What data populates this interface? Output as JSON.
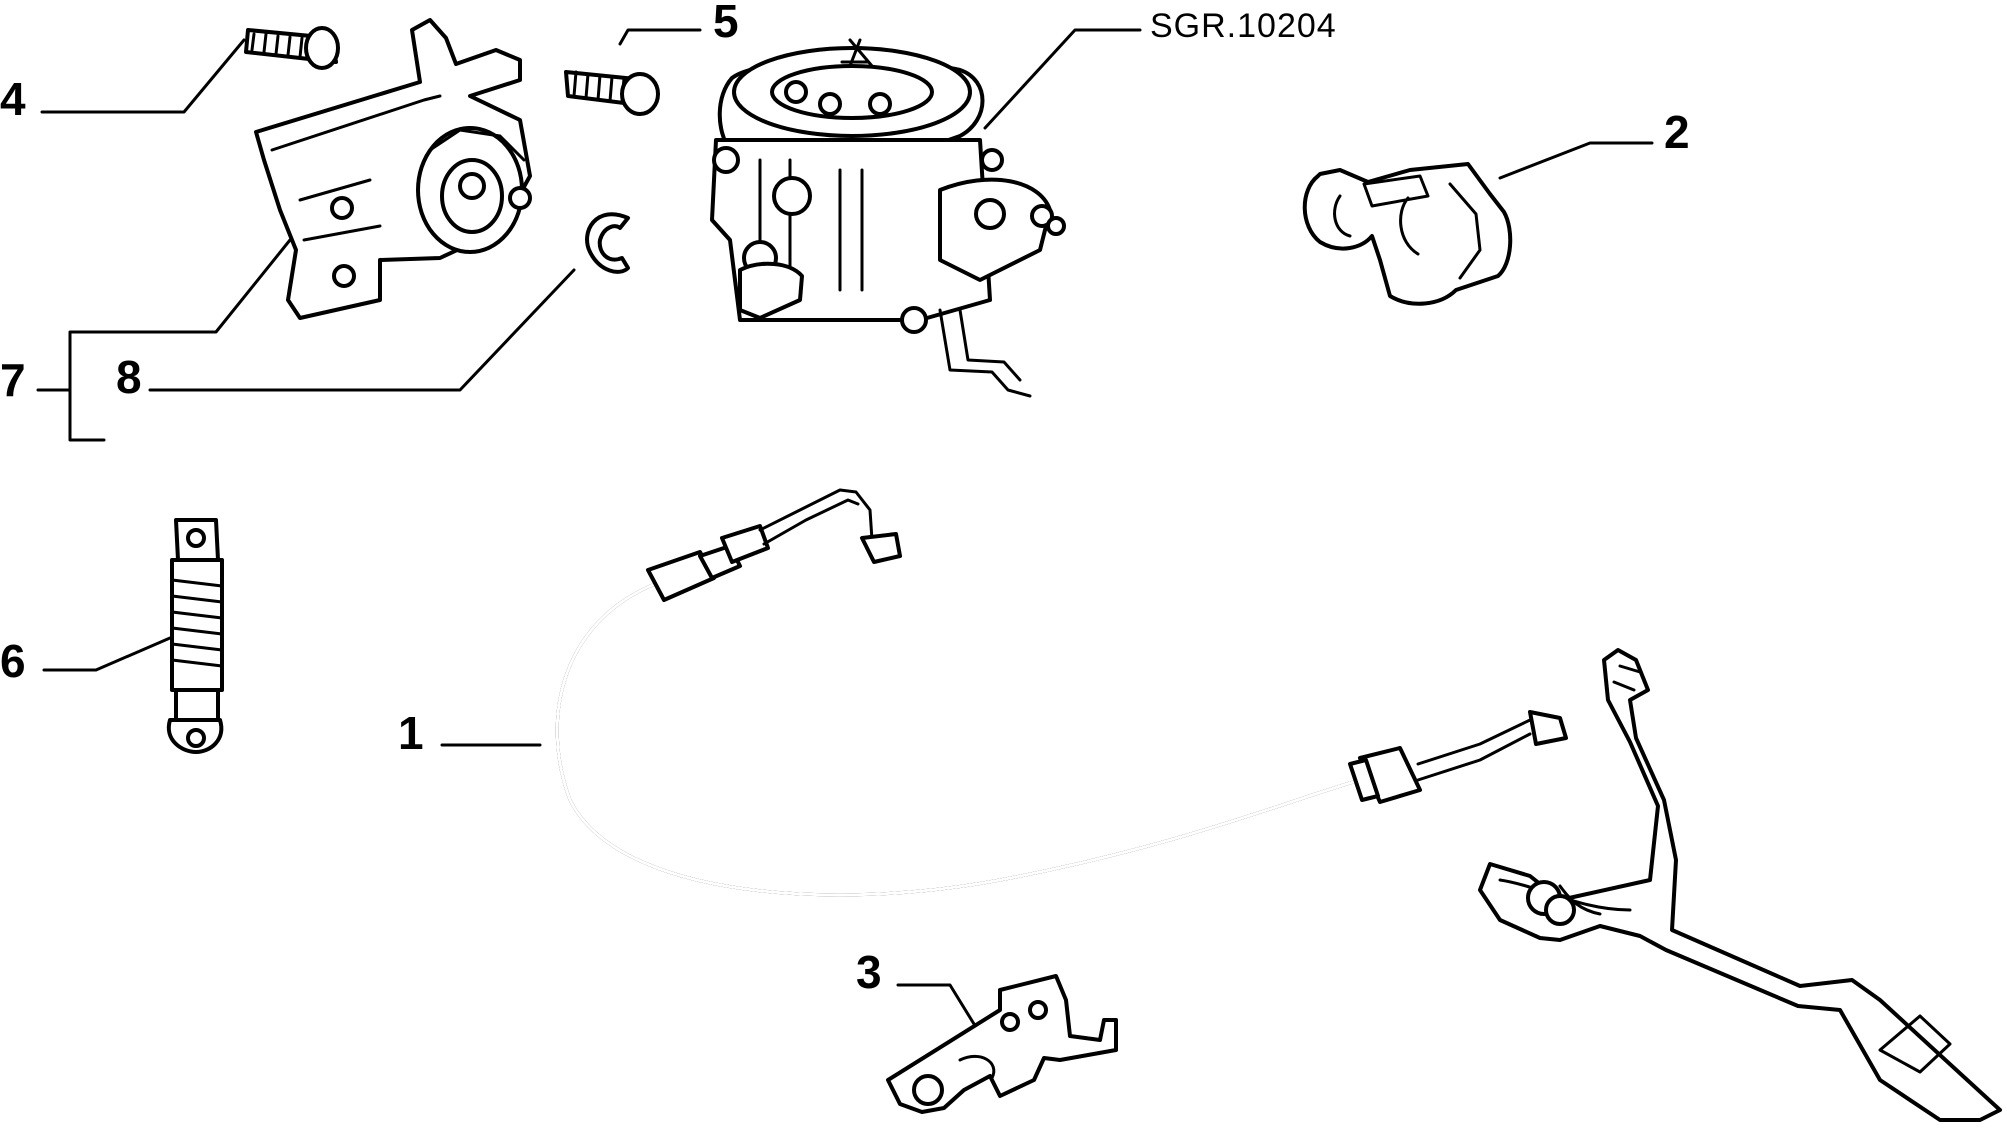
{
  "diagram": {
    "reference_code": "SGR.10204",
    "callouts": [
      {
        "id": "callout-1",
        "label": "1"
      },
      {
        "id": "callout-2",
        "label": "2"
      },
      {
        "id": "callout-3",
        "label": "3"
      },
      {
        "id": "callout-4",
        "label": "4"
      },
      {
        "id": "callout-5",
        "label": "5"
      },
      {
        "id": "callout-6",
        "label": "6"
      },
      {
        "id": "callout-7",
        "label": "7"
      },
      {
        "id": "callout-8",
        "label": "8"
      }
    ]
  }
}
